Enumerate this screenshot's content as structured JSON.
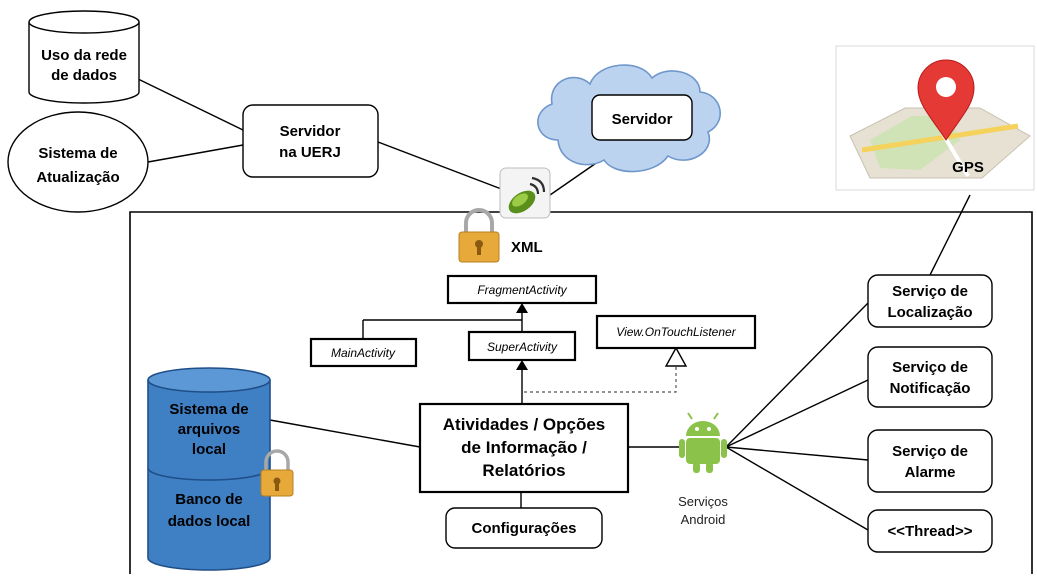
{
  "nodes": {
    "uso_rede": [
      "Uso da rede",
      "de dados"
    ],
    "sistema_atualizacao": [
      "Sistema de",
      "Atualização"
    ],
    "servidor_uerj": [
      "Servidor",
      "na UERJ"
    ],
    "servidor": "Servidor",
    "gps": "GPS",
    "xml": "XML",
    "fragment_activity": "FragmentActivity",
    "main_activity": "MainActivity",
    "super_activity": "SuperActivity",
    "touch_listener": "View.OnTouchListener",
    "atividades": [
      "Atividades / Opções",
      "de Informação /",
      "Relatórios"
    ],
    "configuracoes": "Configurações",
    "sistema_arquivos": [
      "Sistema de",
      "arquivos",
      "local"
    ],
    "banco_dados": [
      "Banco de",
      "dados local"
    ],
    "servicos_android": [
      "Serviços",
      "Android"
    ],
    "servico_localizacao": [
      "Serviço de",
      "Localização"
    ],
    "servico_notificacao": [
      "Serviço de",
      "Notificação"
    ],
    "servico_alarme": [
      "Serviço de",
      "Alarme"
    ],
    "thread": "<<Thread>>"
  },
  "colors": {
    "cloud_fill": "#bcd3f0",
    "cloud_stroke": "#6f97cc",
    "database_fill": "#3f7fc3",
    "database_stroke": "#1f4f88",
    "android_green": "#8bc34a",
    "lock_gold": "#e6a93a",
    "gps_pin": "#e53935"
  }
}
